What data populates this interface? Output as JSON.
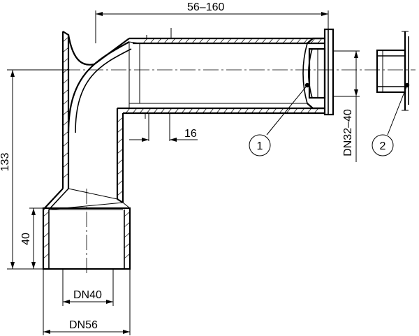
{
  "dimensions": {
    "length_range": "56–160",
    "height": "133",
    "socket_depth": "40",
    "pitch": "16",
    "inner_diameter": "DN40",
    "outer_diameter": "DN56",
    "outlet_range": "DN32–40"
  },
  "callouts": [
    "1",
    "2"
  ]
}
